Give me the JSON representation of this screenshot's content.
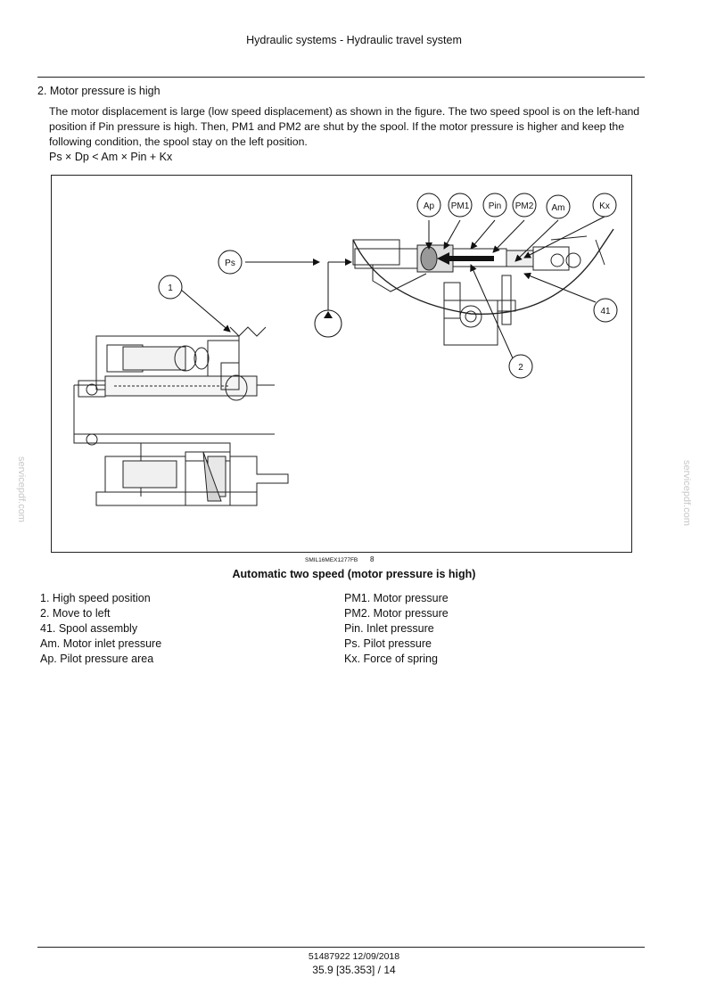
{
  "header": {
    "title": "Hydraulic systems - Hydraulic travel system"
  },
  "section": {
    "heading": "2.  Motor pressure is high",
    "paragraph": "The motor displacement is large (low speed displacement) as shown in the figure.  The two speed spool is on the left-hand position if Pin pressure is high.  Then, PM1 and PM2 are shut by the spool.  If the motor pressure is higher and keep the following condition, the spool stay on the left position.",
    "formula": "Ps × Dp < Am × Pin + Kx"
  },
  "figure": {
    "callouts": {
      "ap": "Ap",
      "pm1": "PM1",
      "pin": "Pin",
      "pm2": "PM2",
      "am": "Am",
      "kx": "Kx",
      "ps": "Ps",
      "c1": "1",
      "c2": "2",
      "c41": "41"
    },
    "ref_code": "SMIL16MEX1277FB",
    "number": "8",
    "caption": "Automatic two speed (motor pressure is high)"
  },
  "legend": {
    "left": [
      "1.  High speed position",
      "2.  Move to left",
      "41.  Spool assembly",
      "Am.  Motor inlet pressure",
      "Ap.  Pilot pressure area"
    ],
    "right": [
      "PM1.  Motor pressure",
      "PM2.  Motor pressure",
      "Pin.  Inlet pressure",
      "Ps.  Pilot pressure",
      "Kx.  Force of spring"
    ]
  },
  "watermark": "servicepdf.com",
  "footer": {
    "doc_id": "51487922 12/09/2018",
    "page": "35.9 [35.353] / 14"
  }
}
